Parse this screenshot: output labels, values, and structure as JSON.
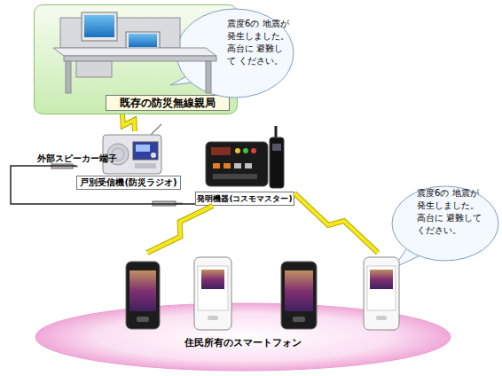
{
  "diagram": {
    "nodes": [
      {
        "text": [
          "既存の防災無線親局"
        ]
      },
      {
        "text": [
          "震度6の 地震が 発生しました。 高台に 避難して ください。"
        ]
      },
      {
        "text": [
          "戸別受信機(防災ラジオ)"
        ]
      },
      {
        "text": [
          "発明機器(コスモマスター)"
        ]
      },
      {
        "text": [
          "震度6の 地震が 発生しました。 高台に 避難して ください。"
        ]
      },
      {
        "text": [
          "住民所有のスマートフォン"
        ]
      }
    ],
    "edges": [
      {
        "from": 0,
        "to": 2,
        "arrow": "none"
      },
      {
        "from": 2,
        "to": 3,
        "arrow": "none"
      },
      {
        "from": 3,
        "to": 5,
        "arrow": "none"
      },
      {
        "from": 3,
        "to": 5,
        "arrow": "none"
      }
    ],
    "labels": [
      "外部スピーカー端子"
    ]
  }
}
